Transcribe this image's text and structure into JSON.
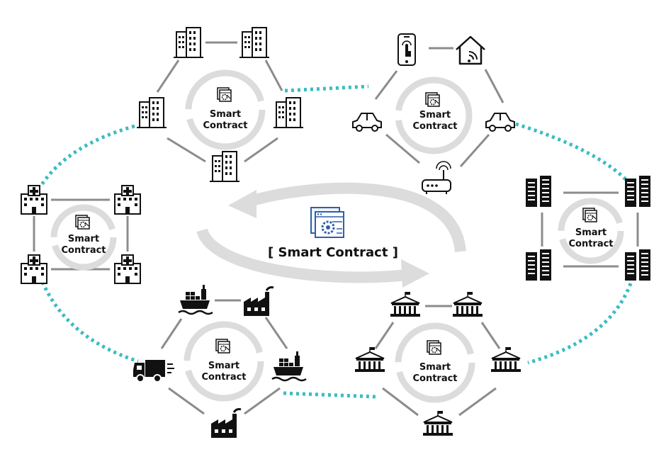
{
  "center": {
    "label": "[ Smart Contract ]",
    "icon": "smart-contract-icon"
  },
  "clusters": [
    {
      "id": "cluster-top-left",
      "label": "Smart Contract",
      "nodes": [
        "office-building-icon",
        "office-building-icon",
        "office-building-icon",
        "office-building-icon",
        "office-building-icon",
        "office-building-icon"
      ]
    },
    {
      "id": "cluster-top-right",
      "label": "Smart Contract",
      "nodes": [
        "smartphone-icon",
        "smart-home-icon",
        "car-icon",
        "router-icon",
        "electric-car-icon"
      ]
    },
    {
      "id": "cluster-left",
      "label": "Smart Contract",
      "nodes": [
        "hospital-icon",
        "hospital-icon",
        "hospital-icon",
        "hospital-icon"
      ]
    },
    {
      "id": "cluster-right",
      "label": "Smart Contract",
      "nodes": [
        "tower-icon",
        "tower-icon",
        "tower-icon",
        "tower-icon"
      ]
    },
    {
      "id": "cluster-bottom-left",
      "label": "Smart Contract",
      "nodes": [
        "ship-icon",
        "factory-icon",
        "ship-icon",
        "factory-icon",
        "truck-icon"
      ]
    },
    {
      "id": "cluster-bottom-right",
      "label": "Smart Contract",
      "nodes": [
        "government-building-icon",
        "government-building-icon",
        "government-building-icon",
        "government-building-icon",
        "government-building-icon",
        "government-building-icon"
      ]
    }
  ],
  "colors": {
    "peer_link": "#3bbcc4",
    "edge": "#8c8c8c",
    "ring": "#dcdcdc",
    "contract_accent": "#2f5fa8"
  }
}
